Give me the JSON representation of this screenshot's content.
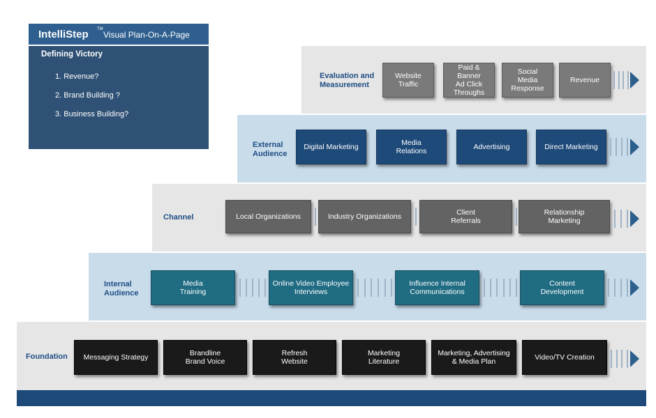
{
  "plan": {
    "brand": "IntelliStep",
    "trademark": "TM",
    "title": "Visual Plan-On-A-Page",
    "heading": "Defining Victory",
    "items": [
      "1.  Revenue?",
      "2.  Brand Building ?",
      "3. Business Building?"
    ]
  },
  "tiers": {
    "evaluation": {
      "label": "Evaluation and\nMeasurement",
      "boxes": [
        "Website\nTraffic",
        "Paid & Banner\nAd Click\nThroughs",
        "Social\nMedia\nResponse",
        "Revenue"
      ]
    },
    "external": {
      "label": "External\nAudience",
      "boxes": [
        "Digital Marketing",
        "Media\nRelations",
        "Advertising",
        "Direct Marketing"
      ]
    },
    "channel": {
      "label": "Channel",
      "boxes": [
        "Local Organizations",
        "Industry Organizations",
        "Client\nReferrals",
        "Relationship\nMarketing"
      ]
    },
    "internal": {
      "label": "Internal\nAudience",
      "boxes": [
        "Media\nTraining",
        "Online Video Employee\nInterviews",
        "Influence  Internal\nCommunications",
        "Content\nDevelopment"
      ]
    },
    "foundation": {
      "label": "Foundation",
      "boxes": [
        "Messaging Strategy",
        "Brandline\nBrand Voice",
        "Refresh\nWebsite",
        "Marketing\nLiterature",
        "Marketing, Advertising\n& Media Plan",
        "Video/TV Creation"
      ]
    }
  },
  "colors": {
    "tier_gray": "#e6e6e6",
    "tier_blue": "#c9dcea",
    "bottom_bar": "#1e4a79",
    "accent": "#2d5f8d"
  }
}
